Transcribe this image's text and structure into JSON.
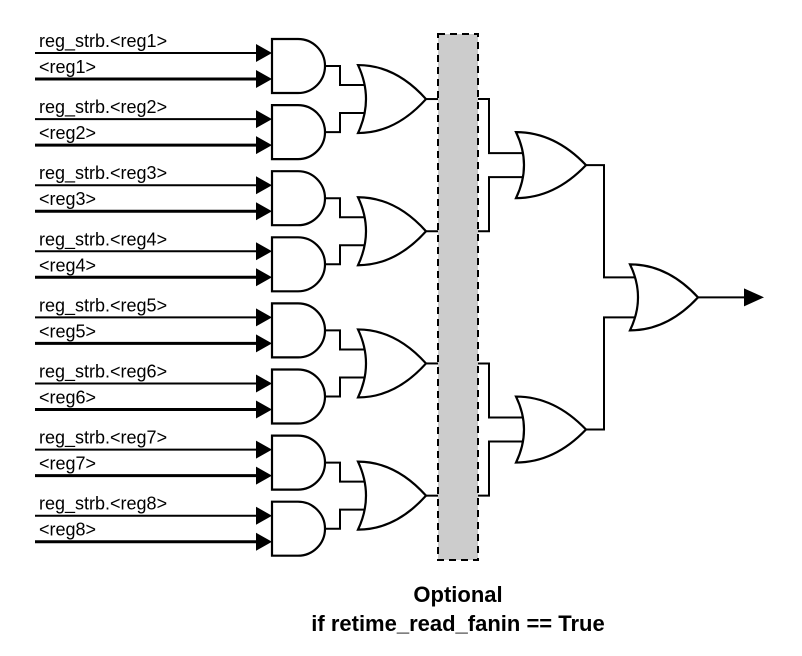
{
  "inputs": [
    {
      "strobe": "reg_strb.<reg1>",
      "data": "<reg1>"
    },
    {
      "strobe": "reg_strb.<reg2>",
      "data": "<reg2>"
    },
    {
      "strobe": "reg_strb.<reg3>",
      "data": "<reg3>"
    },
    {
      "strobe": "reg_strb.<reg4>",
      "data": "<reg4>"
    },
    {
      "strobe": "reg_strb.<reg5>",
      "data": "<reg5>"
    },
    {
      "strobe": "reg_strb.<reg6>",
      "data": "<reg6>"
    },
    {
      "strobe": "reg_strb.<reg7>",
      "data": "<reg7>"
    },
    {
      "strobe": "reg_strb.<reg8>",
      "data": "<reg8>"
    }
  ],
  "caption": {
    "line1": "Optional",
    "line2": "if retime_read_fanin == True"
  },
  "colors": {
    "retime_block_fill": "#cccccc",
    "wire": "#000000"
  }
}
